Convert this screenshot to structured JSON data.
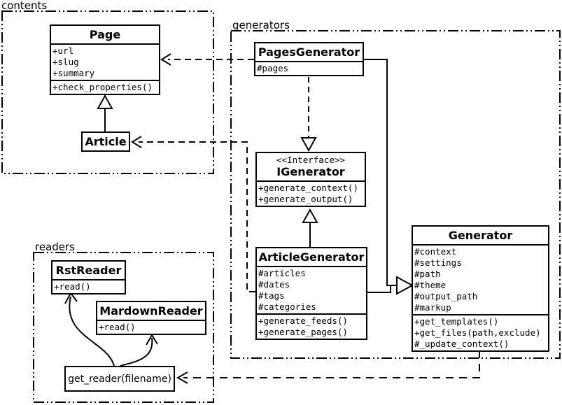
{
  "packages": {
    "contents": {
      "label": "contents"
    },
    "generators": {
      "label": "generators"
    },
    "readers": {
      "label": "readers"
    }
  },
  "classes": {
    "page": {
      "title": "Page",
      "attributes": [
        "+url",
        "+slug",
        "+summary"
      ],
      "methods": [
        "+check_properties()"
      ]
    },
    "article": {
      "title": "Article"
    },
    "pages_generator": {
      "title": "PagesGenerator",
      "attributes": [
        "#pages"
      ]
    },
    "igenerator": {
      "stereotype": "<<Interface>>",
      "title": "IGenerator",
      "methods": [
        "+generate_context()",
        "+generate_output()"
      ]
    },
    "article_generator": {
      "title": "ArticleGenerator",
      "attributes": [
        "#articles",
        "#dates",
        "#tags",
        "#categories"
      ],
      "methods": [
        "+generate_feeds()",
        "+generate_pages()"
      ]
    },
    "generator": {
      "title": "Generator",
      "attributes": [
        "#context",
        "#settings",
        "#path",
        "#theme",
        "#output_path",
        "#markup"
      ],
      "methods": [
        "+get_templates()",
        "+get_files(path,exclude)",
        "#_update_context()"
      ]
    },
    "rst_reader": {
      "title": "RstReader",
      "methods": [
        "+read()"
      ]
    },
    "mardown_reader": {
      "title": "MardownReader",
      "methods": [
        "+read()"
      ]
    },
    "get_reader": {
      "label": "get_reader(filename)"
    }
  },
  "relationships": [
    {
      "from": "Article",
      "to": "Page",
      "type": "inheritance"
    },
    {
      "from": "PagesGenerator",
      "to": "Page",
      "type": "dependency"
    },
    {
      "from": "PagesGenerator",
      "to": "IGenerator",
      "type": "realization"
    },
    {
      "from": "ArticleGenerator",
      "to": "IGenerator",
      "type": "inheritance"
    },
    {
      "from": "ArticleGenerator",
      "to": "Article",
      "type": "dependency"
    },
    {
      "from": "PagesGenerator",
      "to": "Generator",
      "type": "inheritance"
    },
    {
      "from": "ArticleGenerator",
      "to": "Generator",
      "type": "inheritance"
    },
    {
      "from": "Generator",
      "to": "get_reader(filename)",
      "type": "dependency"
    },
    {
      "from": "get_reader(filename)",
      "to": "RstReader",
      "type": "call"
    },
    {
      "from": "get_reader(filename)",
      "to": "MardownReader",
      "type": "call"
    }
  ],
  "colors": {
    "line": "#000000",
    "background": "#ffffff"
  }
}
